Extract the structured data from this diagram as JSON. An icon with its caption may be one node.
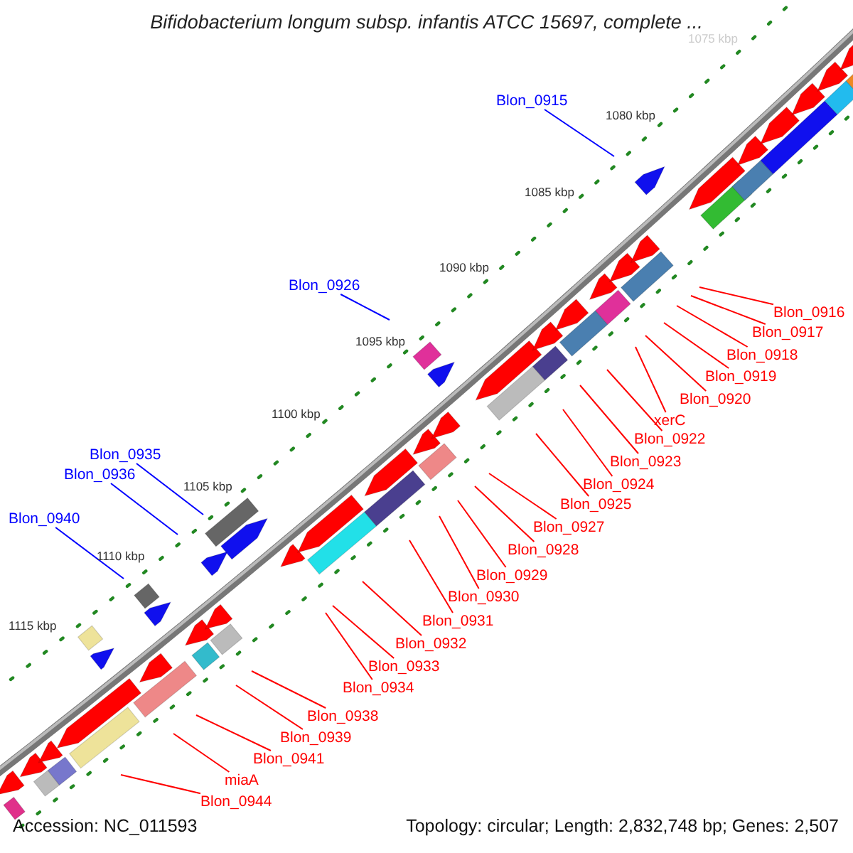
{
  "diagram": {
    "title": "Bifidobacterium longum subsp. infantis ATCC 15697, complete ...",
    "nodes": [
      {
        "text": [
          "Blon_0915"
        ]
      },
      {
        "text": [
          "Blon_0916"
        ]
      },
      {
        "text": [
          "Blon_0917"
        ]
      },
      {
        "text": [
          "Blon_0926"
        ]
      },
      {
        "text": [
          "Blon_0918"
        ]
      },
      {
        "text": [
          "Blon_0919"
        ]
      },
      {
        "text": [
          "Blon_0920"
        ]
      },
      {
        "text": [
          "xerC"
        ]
      },
      {
        "text": [
          "Blon_0922"
        ]
      },
      {
        "text": [
          "Blon_0935"
        ]
      },
      {
        "text": [
          "Blon_0923"
        ]
      },
      {
        "text": [
          "Blon_0936"
        ]
      },
      {
        "text": [
          "Blon_0924"
        ]
      },
      {
        "text": [
          "Blon_0925"
        ]
      },
      {
        "text": [
          "Blon_0940"
        ]
      },
      {
        "text": [
          "Blon_0927"
        ]
      },
      {
        "text": [
          "Blon_0928"
        ]
      },
      {
        "text": [
          "Blon_0929"
        ]
      },
      {
        "text": [
          "Blon_0930"
        ]
      },
      {
        "text": [
          "Blon_0931"
        ]
      },
      {
        "text": [
          "Blon_0932"
        ]
      },
      {
        "text": [
          "Blon_0933"
        ]
      },
      {
        "text": [
          "Blon_0934"
        ]
      },
      {
        "text": [
          "Blon_0938"
        ]
      },
      {
        "text": [
          "Blon_0939"
        ]
      },
      {
        "text": [
          "Blon_0941"
        ]
      },
      {
        "text": [
          "miaA"
        ]
      },
      {
        "text": [
          "Blon_0944"
        ]
      }
    ],
    "edges": [
      {
        "from": 0,
        "to": null,
        "arrow": "none",
        "color": "#0000ff"
      },
      {
        "from": 1,
        "to": null,
        "arrow": "none"
      },
      {
        "from": 2,
        "to": null,
        "arrow": "none"
      },
      {
        "from": 3,
        "to": null,
        "arrow": "none",
        "color": "#0000ff"
      },
      {
        "from": 4,
        "to": null,
        "arrow": "none"
      },
      {
        "from": 5,
        "to": null,
        "arrow": "none"
      },
      {
        "from": 6,
        "to": null,
        "arrow": "none"
      },
      {
        "from": 7,
        "to": null,
        "arrow": "none"
      },
      {
        "from": 8,
        "to": null,
        "arrow": "none"
      },
      {
        "from": 9,
        "to": null,
        "arrow": "none",
        "color": "#0000ff"
      },
      {
        "from": 10,
        "to": null,
        "arrow": "none"
      },
      {
        "from": 11,
        "to": null,
        "arrow": "none",
        "color": "#0000ff"
      },
      {
        "from": 12,
        "to": null,
        "arrow": "none"
      },
      {
        "from": 13,
        "to": null,
        "arrow": "none"
      },
      {
        "from": 14,
        "to": null,
        "arrow": "none",
        "color": "#0000ff"
      },
      {
        "from": 15,
        "to": null,
        "arrow": "none"
      },
      {
        "from": 16,
        "to": null,
        "arrow": "none"
      },
      {
        "from": 17,
        "to": null,
        "arrow": "none"
      },
      {
        "from": 18,
        "to": null,
        "arrow": "none"
      },
      {
        "from": 19,
        "to": null,
        "arrow": "none"
      },
      {
        "from": 20,
        "to": null,
        "arrow": "none"
      },
      {
        "from": 21,
        "to": null,
        "arrow": "none"
      },
      {
        "from": 22,
        "to": null,
        "arrow": "none"
      },
      {
        "from": 23,
        "to": null,
        "arrow": "none"
      },
      {
        "from": 24,
        "to": null,
        "arrow": "none"
      },
      {
        "from": 25,
        "to": null,
        "arrow": "none"
      },
      {
        "from": 26,
        "to": null,
        "arrow": "none"
      },
      {
        "from": 27,
        "to": null,
        "arrow": "none"
      }
    ],
    "labels": [
      "1075 kbp",
      "1080 kbp",
      "1085 kbp",
      "1090 kbp",
      "1095 kbp",
      "1100 kbp",
      "1105 kbp",
      "1110 kbp",
      "1115 kbp",
      "Accession: NC_011593",
      "Topology: circular; Length: 2,832,748 bp; Genes: 2,507"
    ]
  }
}
